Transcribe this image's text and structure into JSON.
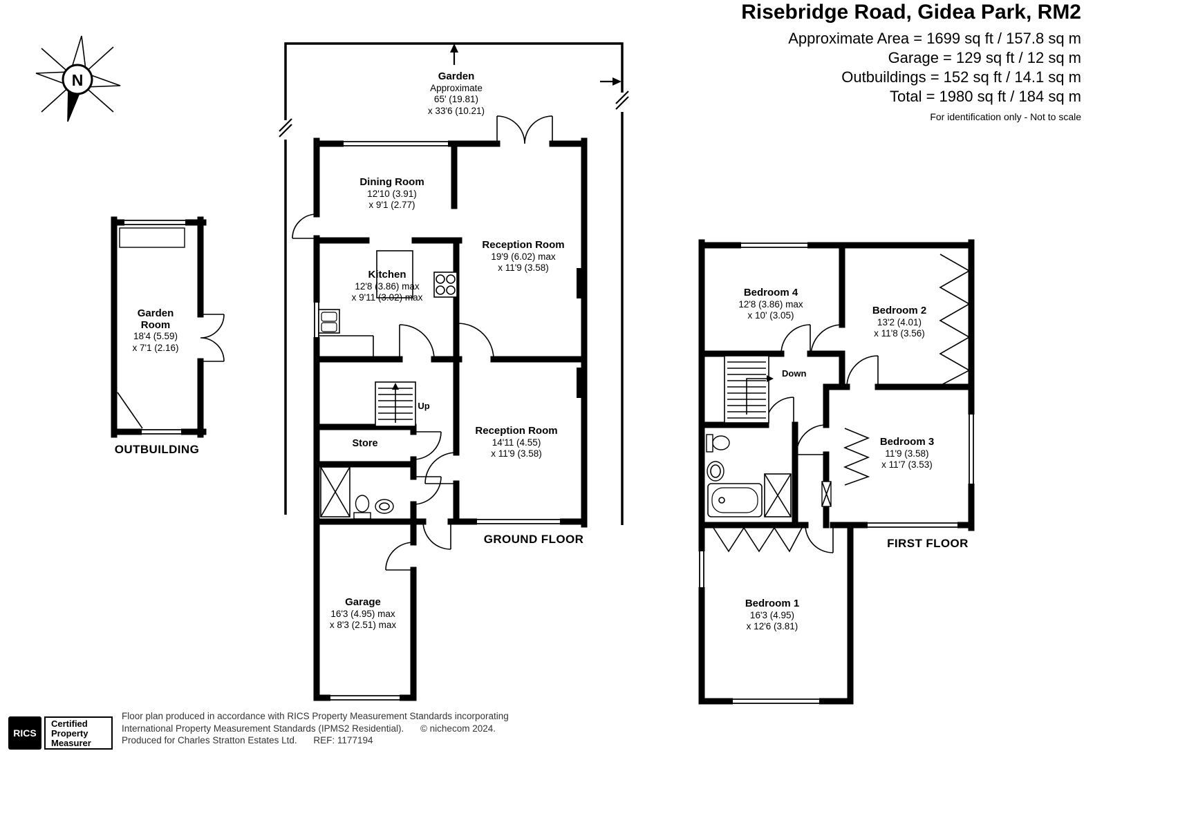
{
  "header": {
    "title": "Risebridge Road, Gidea Park, RM2",
    "area_lines": [
      "Approximate Area = 1699 sq ft / 157.8 sq m",
      "Garage = 129 sq ft / 12 sq m",
      "Outbuildings = 152 sq ft / 14.1 sq m",
      "Total = 1980 sq ft / 184 sq m"
    ],
    "disclaimer": "For identification only - Not to scale"
  },
  "compass": {
    "label": "N"
  },
  "outbuilding": {
    "caption": "OUTBUILDING",
    "room": {
      "name": "Garden Room",
      "dim1": "18'4 (5.59)",
      "dim2": "x 7'1 (2.16)"
    }
  },
  "ground_floor": {
    "caption": "GROUND FLOOR",
    "stairs_label": "Up",
    "garden": {
      "name": "Garden",
      "approx": "Approximate",
      "dim1": "65' (19.81)",
      "dim2": "x 33'6 (10.21)"
    },
    "rooms": {
      "dining": {
        "name": "Dining Room",
        "dim1": "12'10 (3.91)",
        "dim2": "x 9'1 (2.77)"
      },
      "reception1": {
        "name": "Reception Room",
        "dim1": "19'9 (6.02) max",
        "dim2": "x 11'9 (3.58)"
      },
      "kitchen": {
        "name": "Kitchen",
        "dim1": "12'8 (3.86) max",
        "dim2": "x 9'11 (3.02) max"
      },
      "reception2": {
        "name": "Reception Room",
        "dim1": "14'11 (4.55)",
        "dim2": "x 11'9 (3.58)"
      },
      "store": {
        "name": "Store"
      },
      "garage": {
        "name": "Garage",
        "dim1": "16'3 (4.95) max",
        "dim2": "x 8'3 (2.51) max"
      }
    }
  },
  "first_floor": {
    "caption": "FIRST FLOOR",
    "stairs_label": "Down",
    "rooms": {
      "bedroom4": {
        "name": "Bedroom 4",
        "dim1": "12'8 (3.86) max",
        "dim2": "x 10' (3.05)"
      },
      "bedroom2": {
        "name": "Bedroom 2",
        "dim1": "13'2 (4.01)",
        "dim2": "x 11'8 (3.56)"
      },
      "bedroom3": {
        "name": "Bedroom 3",
        "dim1": "11'9 (3.58)",
        "dim2": "x 11'7 (3.53)"
      },
      "bedroom1": {
        "name": "Bedroom 1",
        "dim1": "16'3 (4.95)",
        "dim2": "x 12'6 (3.81)"
      }
    }
  },
  "footer": {
    "rics": "RICS",
    "badge": [
      "Certified",
      "Property",
      "Measurer"
    ],
    "line1": "Floor plan produced in accordance with RICS Property Measurement Standards incorporating",
    "line2": "International Property Measurement Standards (IPMS2 Residential).",
    "copyright": "© nichecom 2024.",
    "line3": "Produced for Charles Stratton Estates Ltd.",
    "ref": "REF: 1177194"
  }
}
